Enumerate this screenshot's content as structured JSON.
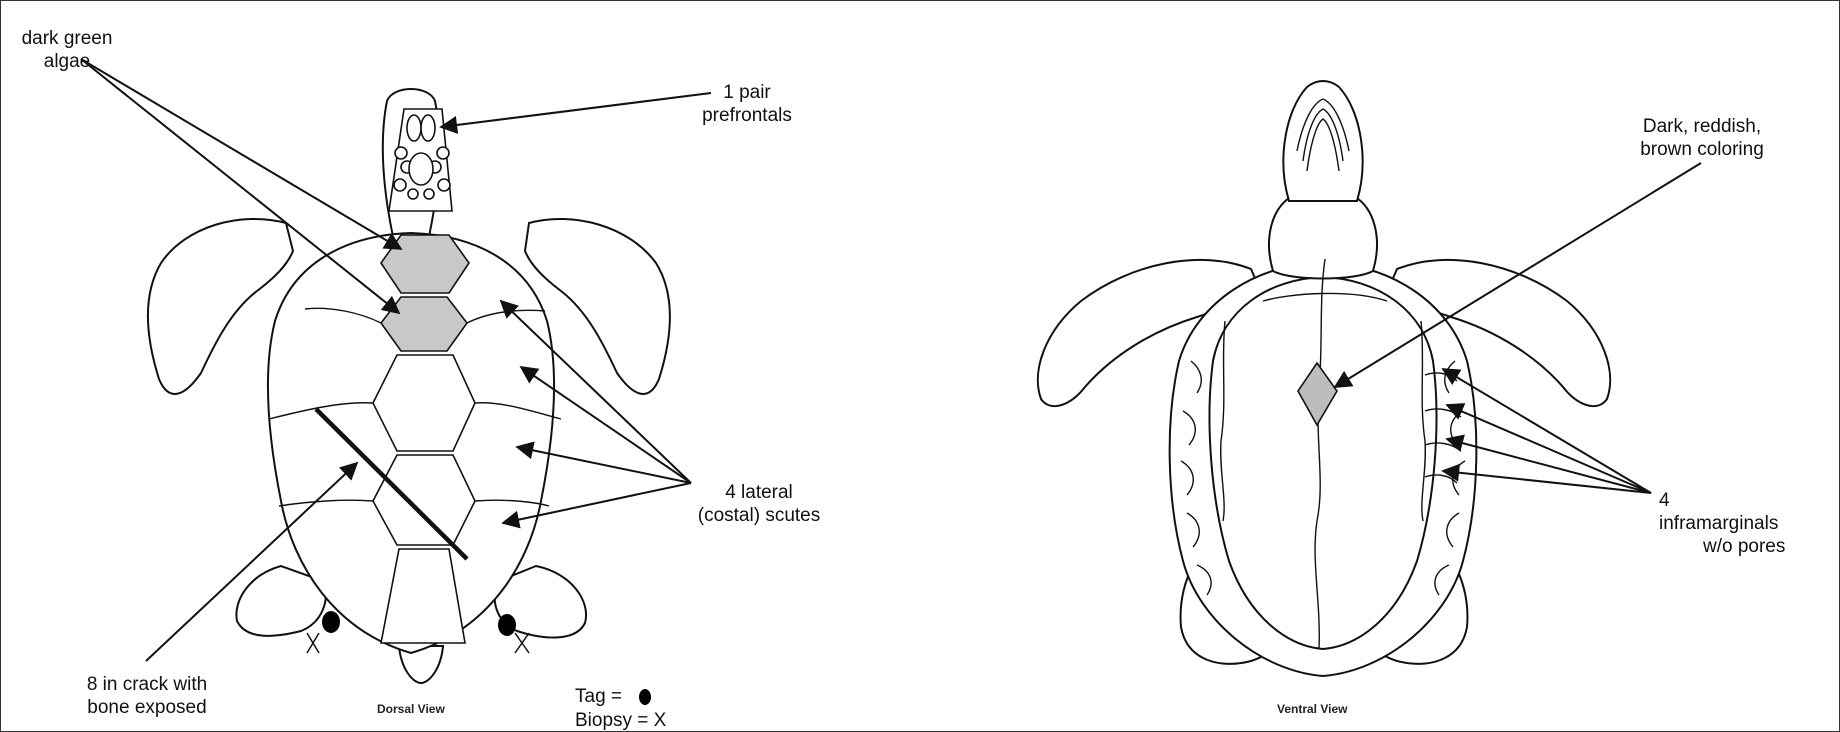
{
  "labels": {
    "algae_line1": "dark green",
    "algae_line2": "algae",
    "prefrontals_line1": "1 pair",
    "prefrontals_line2": "prefrontals",
    "lateral_line1": "4 lateral",
    "lateral_line2": "(costal) scutes",
    "crack_line1": "8 in crack with",
    "crack_line2": "bone exposed",
    "dorsal_caption": "Dorsal View",
    "ventral_caption": "Ventral View",
    "legend_tag": "Tag = ",
    "legend_biopsy": "Biopsy = X",
    "coloring_line1": "Dark, reddish,",
    "coloring_line2": "brown coloring",
    "infra_line1": "4",
    "infra_line2": "inframarginals",
    "infra_line3": "w/o pores"
  },
  "colors": {
    "outline": "#111111",
    "algae_fill": "#c8c8c8",
    "coloring_fill": "#bdbdbd",
    "tag_fill": "#000000"
  },
  "icons": [
    "tag-dot-icon",
    "biopsy-x-icon",
    "arrow-icon"
  ]
}
